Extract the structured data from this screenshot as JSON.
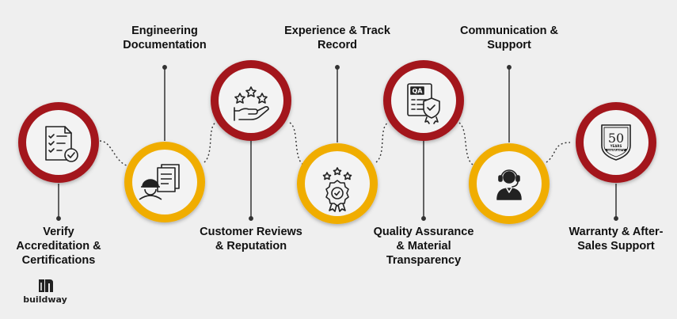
{
  "steps": [
    {
      "title_lines": [
        "Verify",
        "Accreditation &",
        "Certifications"
      ],
      "ring_color": "#a3161c",
      "icon": "checklist-icon"
    },
    {
      "title_lines": [
        "Engineering",
        "Documentation"
      ],
      "ring_color": "#f0ad00",
      "icon": "engineer-documents-icon"
    },
    {
      "title_lines": [
        "Customer Reviews",
        "& Reputation"
      ],
      "ring_color": "#a3161c",
      "icon": "hand-stars-icon"
    },
    {
      "title_lines": [
        "Experience & Track",
        "Record"
      ],
      "ring_color": "#f0ad00",
      "icon": "award-ribbon-icon"
    },
    {
      "title_lines": [
        "Quality Assurance",
        "& Material",
        "Transparency"
      ],
      "ring_color": "#a3161c",
      "icon": "qa-checklist-badge-icon"
    },
    {
      "title_lines": [
        "Communication &",
        "Support"
      ],
      "ring_color": "#f0ad00",
      "icon": "headset-agent-icon"
    },
    {
      "title_lines": [
        "Warranty & After-",
        "Sales Support"
      ],
      "ring_color": "#a3161c",
      "icon": "warranty-badge-icon"
    }
  ],
  "warranty_badge": {
    "number": "50",
    "years": "YEARS",
    "word": "WARRANTY"
  },
  "qa_text": "QA",
  "logo": {
    "wordmark": "buildway",
    "icon": "buildway-logo-icon"
  }
}
